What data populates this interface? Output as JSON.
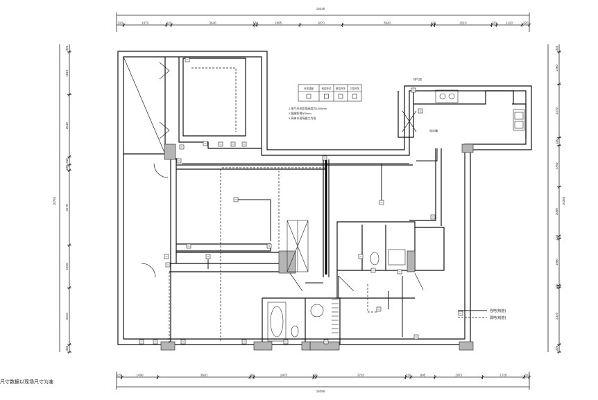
{
  "dims": {
    "top_total": "16245",
    "top_ext": [
      "320",
      "1870",
      "220",
      "3640",
      "120",
      "1895",
      "1870",
      "3940",
      "120",
      "2510",
      "220",
      "1120",
      "320"
    ],
    "bottom_total": "16285",
    "bottom_ext": [
      "220",
      "1490",
      "3820",
      "160",
      "2475",
      "100",
      "3710",
      "220",
      "995",
      "1975",
      "1720",
      "220"
    ],
    "left_total": "10785",
    "left_ext": [
      "320",
      "1810",
      "2640",
      "340",
      "230",
      "3170",
      "1810",
      "2410",
      "320"
    ],
    "right_total": "10385",
    "right_ext": [
      "320",
      "1360",
      "2270",
      "320",
      "1760",
      "2080",
      "120",
      "1960",
      "100",
      "2410",
      "320"
    ]
  },
  "table": {
    "headers": [
      "开关插座",
      "双控开关",
      "单控开关",
      "三控开关"
    ],
    "icons": [
      "switch-icon",
      "switch-icon",
      "switch-icon",
      "switch-icon"
    ]
  },
  "notes": [
    "1.电气开关距地高度为1400mm",
    "2.插座距地300mm",
    "3.具体以现场施工为准"
  ],
  "labels": {
    "kitchen_tag": "排气扇",
    "ref_tag": "电冰箱",
    "legend_solid": "强电(线管)",
    "legend_dashed": "弱电(线管)"
  },
  "caption": "尺寸数据以现场尺寸为准"
}
